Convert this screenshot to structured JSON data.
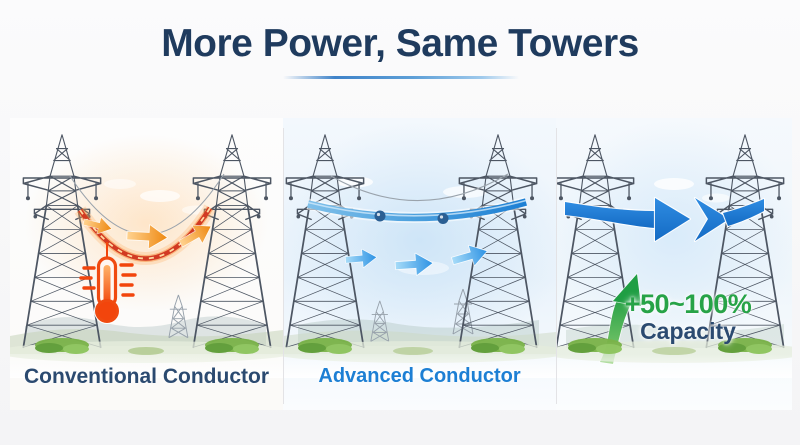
{
  "title": "More Power, Same Towers",
  "panels": [
    {
      "id": "conventional",
      "label": "Conventional Conductor"
    },
    {
      "id": "advanced",
      "label": "Advanced Conductor"
    },
    {
      "id": "capacity",
      "capacity_value": "+50~100%",
      "capacity_label": "Capacity"
    }
  ],
  "icons": {
    "heat": "thermometer-icon",
    "heat_flow": "heat-flow-arrows-icon",
    "cool_flow": "cool-flow-arrows-icon",
    "bulk_power": "bulk-power-arrow-icon",
    "growth": "growth-arrow-icon"
  },
  "colors": {
    "title_navy": "#1f3b5e",
    "label_navy": "#2b4a70",
    "advanced_blue": "#1d7fd4",
    "capacity_green": "#27a347",
    "heat_red": "#ee4a0f",
    "heat_orange": "#f79b2e",
    "power_blue": "#1b79d4",
    "underline_blue": "#4a90d9"
  }
}
